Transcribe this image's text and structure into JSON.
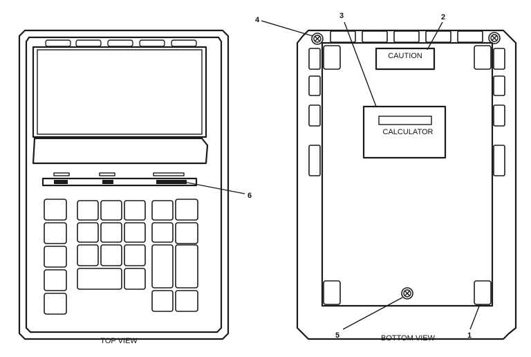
{
  "views": {
    "top": {
      "caption": "TOP VIEW"
    },
    "bottom": {
      "caption": "BOTTOM VIEW"
    }
  },
  "labels": {
    "caution": "CAUTION",
    "calculator": "CALCULATOR"
  },
  "callouts": {
    "c1": "1",
    "c2": "2",
    "c3": "3",
    "c4": "4",
    "c5": "5",
    "c6": "6"
  }
}
